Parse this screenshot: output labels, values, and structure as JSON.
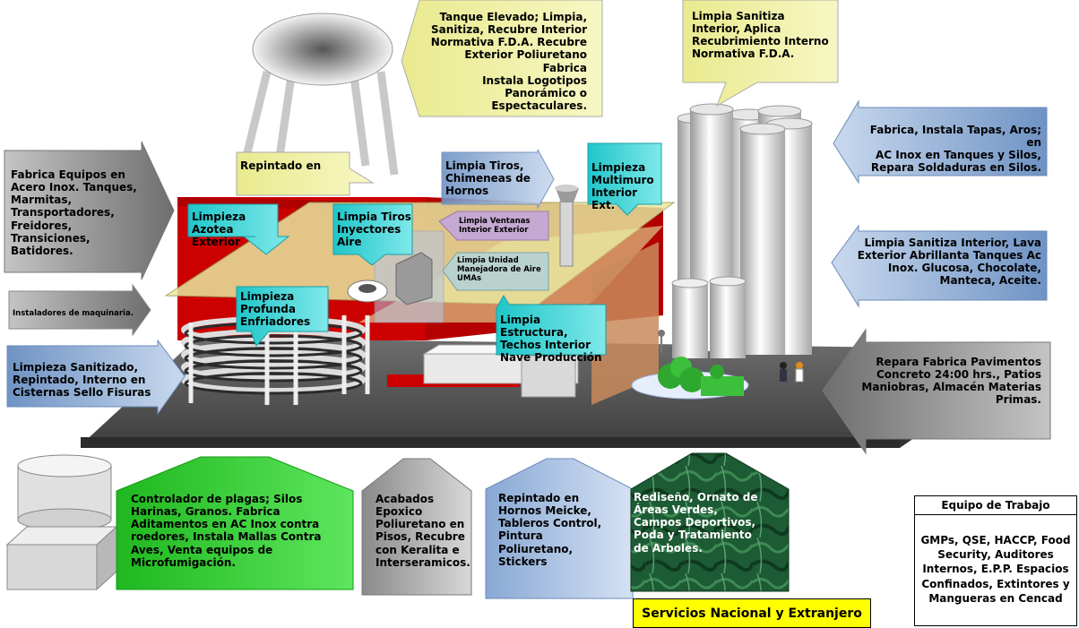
{
  "labels": {
    "tanque_elevado": [
      "Tanque Elevado; Limpia,",
      "Sanitiza, Recubre Interior",
      "Normativa F.D.A.  Recubre",
      "Exterior Poliuretano Fabrica",
      "Instala Logotipos",
      "Panorámico o",
      "Espectaculares."
    ],
    "limpia_sanitiza_interior": [
      "Limpia Sanitiza",
      "Interior, Aplica",
      "Recubrimiento Interno",
      "Normativa F.D.A."
    ],
    "fabrica_equipos": [
      "Fabrica Equipos en",
      "Acero Inox. Tanques,",
      "Marmitas,",
      "Transportadores,",
      "Freidores,",
      "Transiciones,",
      "Batidores."
    ],
    "instaladores": [
      "Instaladores de maquinaria."
    ],
    "limpieza_sanitizado": [
      "Limpieza Sanitizado,",
      "Repintado, Interno en",
      "Cisternas Sello Fisuras"
    ],
    "repintado_en": [
      "Repintado en"
    ],
    "limpia_tiros_chimeneas": [
      "Limpia Tiros,",
      "Chimeneas de",
      "Hornos"
    ],
    "limpieza_multimuro": [
      "Limpieza",
      "Multimuro",
      "Interior Ext."
    ],
    "limpieza_azotea": [
      "Limpieza Azotea",
      "Exterior"
    ],
    "limpia_tiros_inyectores": [
      "Limpia Tiros",
      "Inyectores",
      "Aire"
    ],
    "limpia_ventanas": [
      "Limpia Ventanas",
      "Interior Exterior"
    ],
    "limpia_unidad": [
      "Limpia Unidad",
      "Manejadora de Aire",
      "UMAs"
    ],
    "limpieza_profunda": [
      "Limpieza",
      "Profunda",
      "Enfriadores"
    ],
    "limpia_estructura": [
      "Limpia Estructura,",
      "Techos Interior",
      "Nave Producción"
    ],
    "fabrica_tapas": [
      "Fabrica, Instala Tapas, Aros; en",
      "AC Inox en Tanques y Silos,",
      "Repara Soldaduras en Silos."
    ],
    "limpia_sanitiza_lava": [
      "Limpia Sanitiza Interior, Lava",
      "Exterior Abrillanta  Tanques Ac",
      "Inox. Glucosa, Chocolate,",
      "Manteca, Aceite."
    ],
    "repara_pavimentos": [
      "Repara Fabrica Pavimentos",
      "Concreto 24:00 hrs., Patios",
      "Maniobras, Almacén Materias",
      "Primas."
    ],
    "controlador_plagas": [
      "Controlador de plagas; Silos",
      "Harinas, Granos. Fabrica",
      "Aditamentos en AC Inox contra",
      "roedores, Instala Mallas Contra",
      "Aves, Venta equipos de",
      "Microfumigación."
    ],
    "acabados_epoxico": [
      "Acabados",
      "Epoxico",
      "Poliuretano en",
      "Pisos, Recubre",
      "con Keralita e",
      "Interseramicos."
    ],
    "repintado_hornos": [
      "Repintado en",
      "Hornos Meicke,",
      "Tableros Control,",
      "Pintura",
      "Poliuretano,",
      "Stickers"
    ],
    "rediseno": [
      "Rediseño, Ornato de",
      "Áreas Verdes,",
      "Campos Deportivos,",
      "Poda y Tratamiento",
      "de Arboles."
    ]
  },
  "servicios": "Servicios Nacional y Extranjero",
  "equipo": {
    "title": "Equipo de Trabajo",
    "body": "GMPs, QSE, HACCP, Food Security, Auditores Internos, E.P.P. Espacios Confinados, Extintores y Mangueras en Cencad"
  },
  "colors": {
    "yellow_label": "#f2f2a6",
    "blue_arrow": "#a9c3e2",
    "gray_arrow": "#8e8e8e",
    "teal_arrow": "#3fd0d4",
    "red_building": "#cc0000",
    "green_house": "#22c922",
    "marble_green": "#1e5a32"
  }
}
